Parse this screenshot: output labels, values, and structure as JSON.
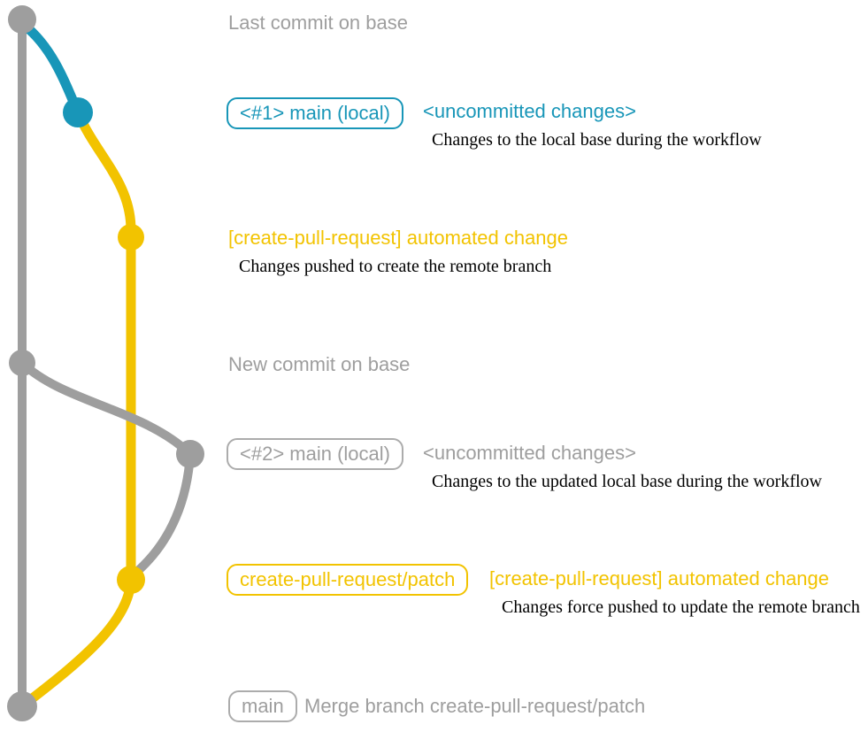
{
  "colors": {
    "gray": "#9E9E9E",
    "gray_border": "#ACACAC",
    "blue": "#1896B8",
    "yellow": "#F2C300",
    "text_black": "#000000"
  },
  "graph": {
    "type": "git-branch-diagram",
    "branch_colors": {
      "base": "#9E9E9E",
      "local_main": "#1896B8",
      "pull_request_branch": "#F2C300"
    },
    "commit_sequence": [
      {
        "color": "gray",
        "annotation": "Last commit on base"
      },
      {
        "color": "blue",
        "annotation": "<#1> main (local) <uncommitted changes>"
      },
      {
        "color": "yellow",
        "annotation": "[create-pull-request] automated change"
      },
      {
        "color": "gray",
        "annotation": "New commit on base"
      },
      {
        "color": "gray",
        "annotation": "<#2> main (local) <uncommitted changes>"
      },
      {
        "color": "yellow",
        "annotation": "create-pull-request/patch [create-pull-request] automated change"
      },
      {
        "color": "gray",
        "annotation": "main Merge branch create-pull-request/patch"
      }
    ]
  },
  "rows": {
    "last_commit": {
      "title": "Last commit on base"
    },
    "commit1": {
      "badge": "<#1> main (local)",
      "heading": "<uncommitted changes>",
      "desc": "Changes to the local base during the workflow"
    },
    "push1": {
      "heading": "[create-pull-request] automated change",
      "desc": "Changes pushed to create the remote branch"
    },
    "new_commit": {
      "title": "New commit on base"
    },
    "commit2": {
      "badge": "<#2> main (local)",
      "heading": "<uncommitted changes>",
      "desc": "Changes to the updated local base during the workflow"
    },
    "push2": {
      "badge": "create-pull-request/patch",
      "heading": "[create-pull-request] automated change",
      "desc": "Changes force pushed to update the remote branch"
    },
    "merge": {
      "badge": "main",
      "title": "Merge branch create-pull-request/patch"
    }
  }
}
